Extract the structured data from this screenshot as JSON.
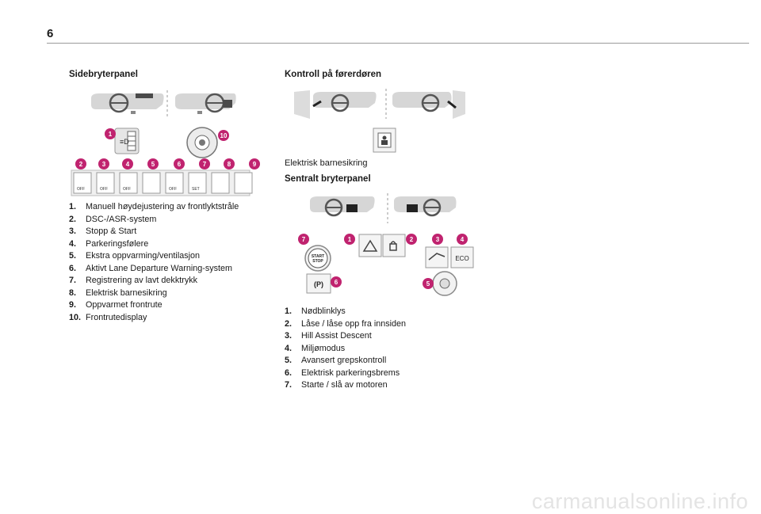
{
  "page": {
    "number": "6"
  },
  "left": {
    "heading": "Sidebryterpanel",
    "button_texts": [
      "OFF",
      "OFF",
      "OFF",
      "OFF",
      "SET"
    ],
    "items": [
      {
        "num": "1.",
        "text": "Manuell høydejustering av frontlyktstråle"
      },
      {
        "num": "2.",
        "text": "DSC-/ASR-system"
      },
      {
        "num": "3.",
        "text": "Stopp & Start"
      },
      {
        "num": "4.",
        "text": "Parkeringsfølere"
      },
      {
        "num": "5.",
        "text": "Ekstra oppvarming/ventilasjon"
      },
      {
        "num": "6.",
        "text": "Aktivt Lane Departure Warning-system"
      },
      {
        "num": "7.",
        "text": "Registrering av lavt dekktrykk"
      },
      {
        "num": "8.",
        "text": "Elektrisk barnesikring"
      },
      {
        "num": "9.",
        "text": "Oppvarmet frontrute"
      },
      {
        "num": "10.",
        "text": "Frontrutedisplay"
      }
    ],
    "callouts": [
      "1",
      "10",
      "2",
      "3",
      "4",
      "5",
      "6",
      "7",
      "8",
      "9"
    ]
  },
  "right": {
    "door_heading": "Kontroll på førerdøren",
    "door_caption": "Elektrisk barnesikring",
    "central_heading": "Sentralt bryterpanel",
    "start_button_text": [
      "START",
      "STOP"
    ],
    "eco_text": "ECO",
    "park_text": "(P)",
    "items": [
      {
        "num": "1.",
        "text": "Nødblinklys"
      },
      {
        "num": "2.",
        "text": "Låse / låse opp fra innsiden"
      },
      {
        "num": "3.",
        "text": "Hill Assist Descent"
      },
      {
        "num": "4.",
        "text": "Miljømodus"
      },
      {
        "num": "5.",
        "text": "Avansert grepskontroll"
      },
      {
        "num": "6.",
        "text": "Elektrisk parkeringsbrems"
      },
      {
        "num": "7.",
        "text": "Starte / slå av motoren"
      }
    ],
    "callouts": [
      "7",
      "1",
      "2",
      "3",
      "4",
      "6",
      "5"
    ]
  },
  "colors": {
    "callout": "#c0236f",
    "panel": "#dcdcdc",
    "panel_dark": "#4a4a4a",
    "footer": "#e4e4e4"
  },
  "footer": {
    "watermark": "carmanualsonline.info"
  }
}
